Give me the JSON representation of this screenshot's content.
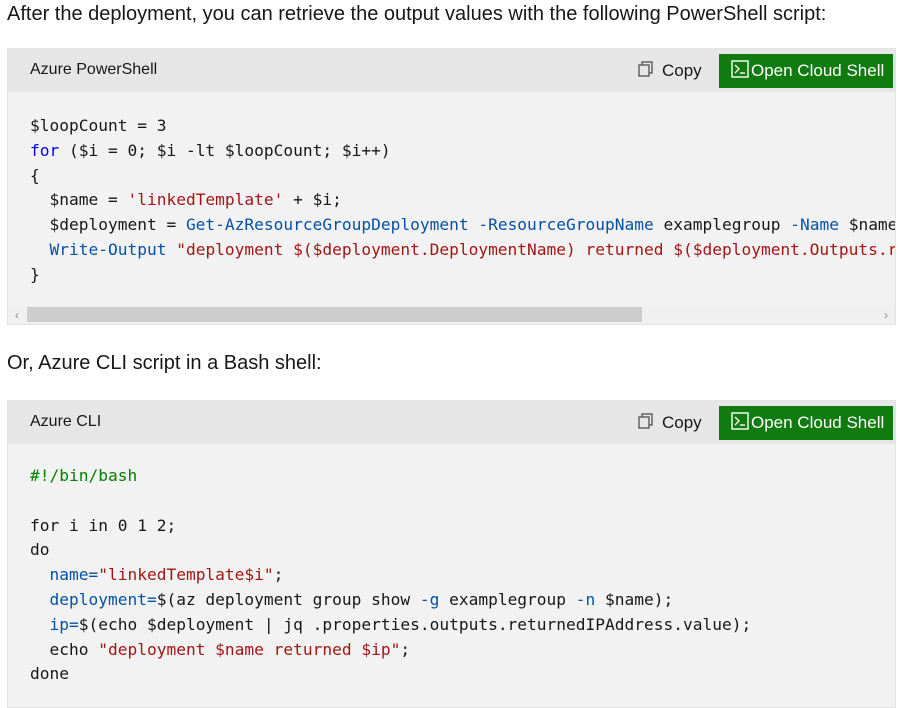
{
  "intro_text": "After the deployment, you can retrieve the output values with the following PowerShell script:",
  "second_text": "Or, Azure CLI script in a Bash shell:",
  "colors": {
    "accent_green": "#107c10",
    "header_bg": "#e6e6e6",
    "code_bg": "#f2f2f2"
  },
  "blocks": [
    {
      "language": "Azure PowerShell",
      "copy_label": "Copy",
      "copy_icon": "copy-icon",
      "cloud_label": "Open Cloud Shell",
      "cloud_icon": "terminal-icon",
      "lines": [
        [
          {
            "t": "$loopCount = 3",
            "c": ""
          }
        ],
        [
          {
            "t": "for",
            "c": "kw"
          },
          {
            "t": " ($i = 0; $i -lt $loopCount; $i++)",
            "c": ""
          }
        ],
        [
          {
            "t": "{",
            "c": ""
          }
        ],
        [
          {
            "t": "  $name = ",
            "c": ""
          },
          {
            "t": "'linkedTemplate'",
            "c": "str"
          },
          {
            "t": " + $i;",
            "c": ""
          }
        ],
        [
          {
            "t": "  $deployment = ",
            "c": ""
          },
          {
            "t": "Get-AzResourceGroupDeployment",
            "c": "cmd"
          },
          {
            "t": " ",
            "c": ""
          },
          {
            "t": "-ResourceGroupName",
            "c": "par"
          },
          {
            "t": " examplegroup ",
            "c": ""
          },
          {
            "t": "-Name",
            "c": "par"
          },
          {
            "t": " $name",
            "c": ""
          }
        ],
        [
          {
            "t": "  ",
            "c": ""
          },
          {
            "t": "Write-Output",
            "c": "cmd"
          },
          {
            "t": " ",
            "c": ""
          },
          {
            "t": "\"deployment $($deployment.DeploymentName) returned $($deployment.Outputs.returnedIPAddress.value)\"",
            "c": "str"
          }
        ],
        [
          {
            "t": "}",
            "c": ""
          }
        ]
      ]
    },
    {
      "language": "Azure CLI",
      "copy_label": "Copy",
      "copy_icon": "copy-icon",
      "cloud_label": "Open Cloud Shell",
      "cloud_icon": "terminal-icon",
      "lines": [
        [
          {
            "t": "#!/bin/bash",
            "c": "cm"
          }
        ],
        [
          {
            "t": "",
            "c": ""
          }
        ],
        [
          {
            "t": "for i in 0 1 2;",
            "c": ""
          }
        ],
        [
          {
            "t": "do",
            "c": ""
          }
        ],
        [
          {
            "t": "  ",
            "c": ""
          },
          {
            "t": "name=",
            "c": "cmd"
          },
          {
            "t": "\"linkedTemplate$i\"",
            "c": "str"
          },
          {
            "t": ";",
            "c": ""
          }
        ],
        [
          {
            "t": "  ",
            "c": ""
          },
          {
            "t": "deployment=",
            "c": "cmd"
          },
          {
            "t": "$(az deployment group show ",
            "c": ""
          },
          {
            "t": "-g",
            "c": "par"
          },
          {
            "t": " examplegroup ",
            "c": ""
          },
          {
            "t": "-n",
            "c": "par"
          },
          {
            "t": " $name);",
            "c": ""
          }
        ],
        [
          {
            "t": "  ",
            "c": ""
          },
          {
            "t": "ip=",
            "c": "cmd"
          },
          {
            "t": "$(echo $deployment | jq .properties.outputs.returnedIPAddress.value);",
            "c": ""
          }
        ],
        [
          {
            "t": "  echo ",
            "c": ""
          },
          {
            "t": "\"deployment $name returned $ip\"",
            "c": "str"
          },
          {
            "t": ";",
            "c": ""
          }
        ],
        [
          {
            "t": "done",
            "c": ""
          }
        ]
      ]
    }
  ]
}
